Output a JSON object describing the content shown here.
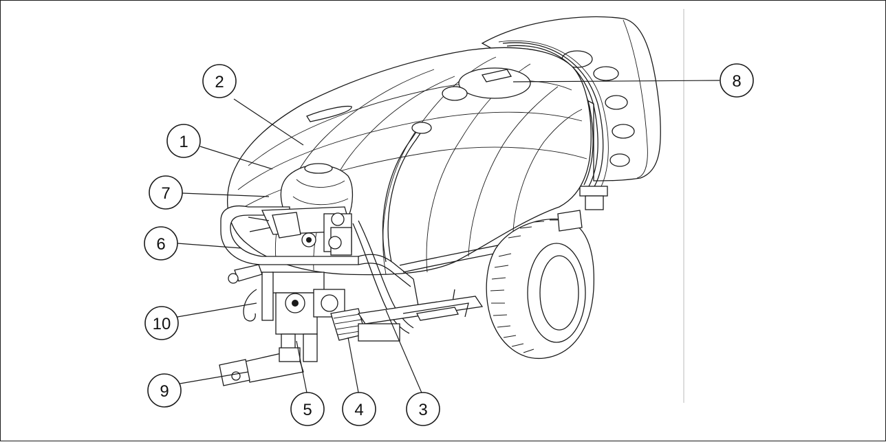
{
  "figure": {
    "colors": {
      "line": "#1a1a1a",
      "background": "#ffffff"
    },
    "callouts": [
      {
        "id": "1",
        "label": "1"
      },
      {
        "id": "2",
        "label": "2"
      },
      {
        "id": "3",
        "label": "3"
      },
      {
        "id": "4",
        "label": "4"
      },
      {
        "id": "5",
        "label": "5"
      },
      {
        "id": "6",
        "label": "6"
      },
      {
        "id": "7",
        "label": "7"
      },
      {
        "id": "8",
        "label": "8"
      },
      {
        "id": "9",
        "label": "9"
      },
      {
        "id": "10",
        "label": "10"
      }
    ]
  }
}
